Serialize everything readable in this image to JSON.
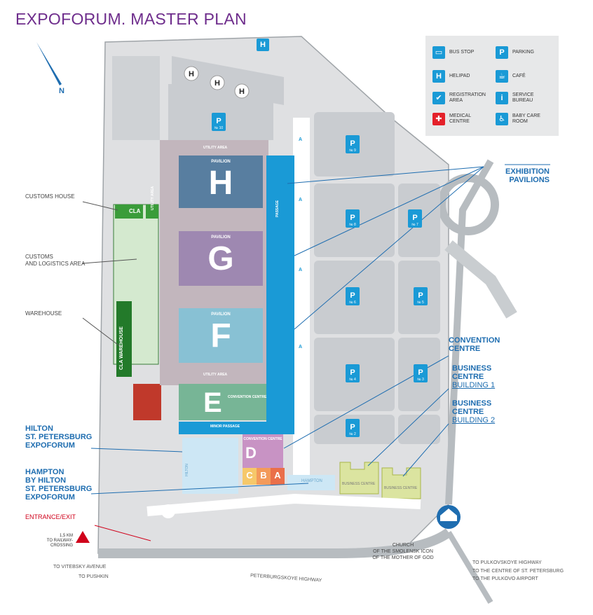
{
  "title": "EXPOFORUM. MASTER PLAN",
  "compass": "N",
  "legend": [
    {
      "icon": "bus-stop-icon",
      "label": "BUS STOP",
      "color": "#1a9ad6"
    },
    {
      "icon": "parking-icon",
      "label": "PARKING",
      "color": "#1a9ad6"
    },
    {
      "icon": "helipad-icon",
      "label": "HELIPAD",
      "color": "#1a9ad6"
    },
    {
      "icon": "cafe-icon",
      "label": "CAFÉ",
      "color": "#1a9ad6"
    },
    {
      "icon": "check-icon",
      "label": "REGISTRATION AREA",
      "color": "#1a9ad6"
    },
    {
      "icon": "info-icon",
      "label": "SERVICE BUREAU",
      "color": "#1a9ad6"
    },
    {
      "icon": "medical-cross-icon",
      "label": "MEDICAL CENTRE",
      "color": "#e4212a"
    },
    {
      "icon": "baby-care-icon",
      "label": "BABY CARE ROOM",
      "color": "#1a9ad6"
    }
  ],
  "icon_glyphs": {
    "helipad": "H",
    "parking": "P",
    "info": "i",
    "check": "✔",
    "cross": "✚"
  },
  "parkings": [
    "№ 10",
    "№ 9",
    "№ 8",
    "№ 7",
    "№ 6",
    "№ 5",
    "№ 4",
    "№ 3",
    "№ 2"
  ],
  "pavilions": [
    {
      "letter": "H",
      "caption": "PAVILION",
      "color": "#587ea0"
    },
    {
      "letter": "G",
      "caption": "PAVILION",
      "color": "#9e88b1"
    },
    {
      "letter": "F",
      "caption": "PAVILION",
      "color": "#88c1d4"
    }
  ],
  "convention_e": {
    "letter": "E",
    "caption": "CONVENTION CENTRE",
    "color": "#77b596"
  },
  "convention_d": {
    "letter": "D",
    "caption": "CONVENTION CENTRE",
    "color": "#c893c4"
  },
  "sub_blocks": [
    {
      "letter": "C",
      "color": "#f6c86a"
    },
    {
      "letter": "B",
      "color": "#f39a5a"
    },
    {
      "letter": "A",
      "color": "#ea6f4a"
    }
  ],
  "areas": {
    "utility_top": "UTILITY AREA",
    "utility_bottom": "UTILITY AREA",
    "utility_side": "UTILITY AREA",
    "passage": "PASSAGE",
    "minor_passage": "MINOR PASSAGE",
    "cla": "CLA",
    "cla_warehouse": "CLA WAREHOUSE",
    "hilton": "HILTON",
    "hampton": "HAMPTON",
    "business_centre": "BUSINESS CENTRE",
    "road_arrow": "A"
  },
  "left_labels": {
    "customs_house": "CUSTOMS HOUSE",
    "customs_logistics": [
      "CUSTOMS",
      "AND LOGISTICS AREA"
    ],
    "warehouse": "WAREHOUSE"
  },
  "callouts": {
    "exhibition": [
      "EXHIBITION",
      "PAVILIONS"
    ],
    "convention": [
      "CONVENTION",
      "CENTRE"
    ],
    "bc1": [
      "BUSINESS",
      "CENTRE",
      "BUILDING 1"
    ],
    "bc2": [
      "BUSINESS",
      "CENTRE",
      "BUILDING 2"
    ],
    "hilton": [
      "HILTON",
      "ST. PETERSBURG",
      "EXPOFORUM"
    ],
    "hampton": [
      "HAMPTON",
      "BY HILTON",
      "ST. PETERSBURG",
      "EXPOFORUM"
    ],
    "entrance": "ENTRANCE/EXIT"
  },
  "railway": {
    "distance": "1,5 KM",
    "text": "TO RAILWAY-CROSSING"
  },
  "church": [
    "CHURCH",
    "OF THE SMOLENSK ICON",
    "OF THE MOTHER OF GOD"
  ],
  "roads": {
    "vitebsky": "TO VITEBSKY AVENUE",
    "pushkin": "TO PUSHKIN",
    "peterburgskoye": "PETERBURGSKOYE HIGHWAY",
    "pulkovskoye": "TO PULKOVSKOYE HIGHWAY",
    "centre": "TO THE CENTRE OF ST. PETERSBURG",
    "airport": "TO THE PULKOVO AIRPORT"
  }
}
